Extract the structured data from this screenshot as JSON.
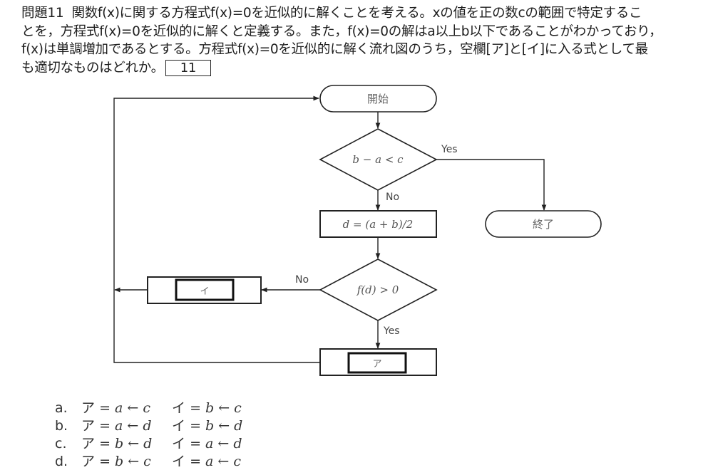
{
  "question": {
    "number_label": "問題11",
    "lines": [
      "関数f(x)に関する方程式f(x)=0を近似的に解くことを考える。xの値を正の数cの範囲で特定するこ",
      "とを，方程式f(x)=0を近似的に解くと定義する。また，f(x)=0の解はa以上b以下であることがわかっており，",
      "f(x)は単調増加であるとする。方程式f(x)=0を近似的に解く流れ図のうち，空欄[ア]と[イ]に入る式として最",
      "も適切なものはどれか。"
    ],
    "answer_box": "11"
  },
  "flowchart": {
    "start": "開始",
    "end": "終了",
    "decision1": "b − a < c",
    "process_d": "d = (a + b)/2",
    "decision2": "f(d) > 0",
    "blank_a": "ア",
    "blank_i": "イ",
    "labels": {
      "d1_yes": "Yes",
      "d1_no": "No",
      "d2_yes": "Yes",
      "d2_no": "No"
    }
  },
  "choices": [
    {
      "letter": "a.",
      "a_label": "ア",
      "a_expr": "= a ← c",
      "i_label": "イ",
      "i_expr": "= b ← c"
    },
    {
      "letter": "b.",
      "a_label": "ア",
      "a_expr": "= a ← d",
      "i_label": "イ",
      "i_expr": "= b ← d"
    },
    {
      "letter": "c.",
      "a_label": "ア",
      "a_expr": "= b ← d",
      "i_label": "イ",
      "i_expr": "= a ← d"
    },
    {
      "letter": "d.",
      "a_label": "ア",
      "a_expr": "= b ← c",
      "i_label": "イ",
      "i_expr": "= a ← c"
    }
  ]
}
